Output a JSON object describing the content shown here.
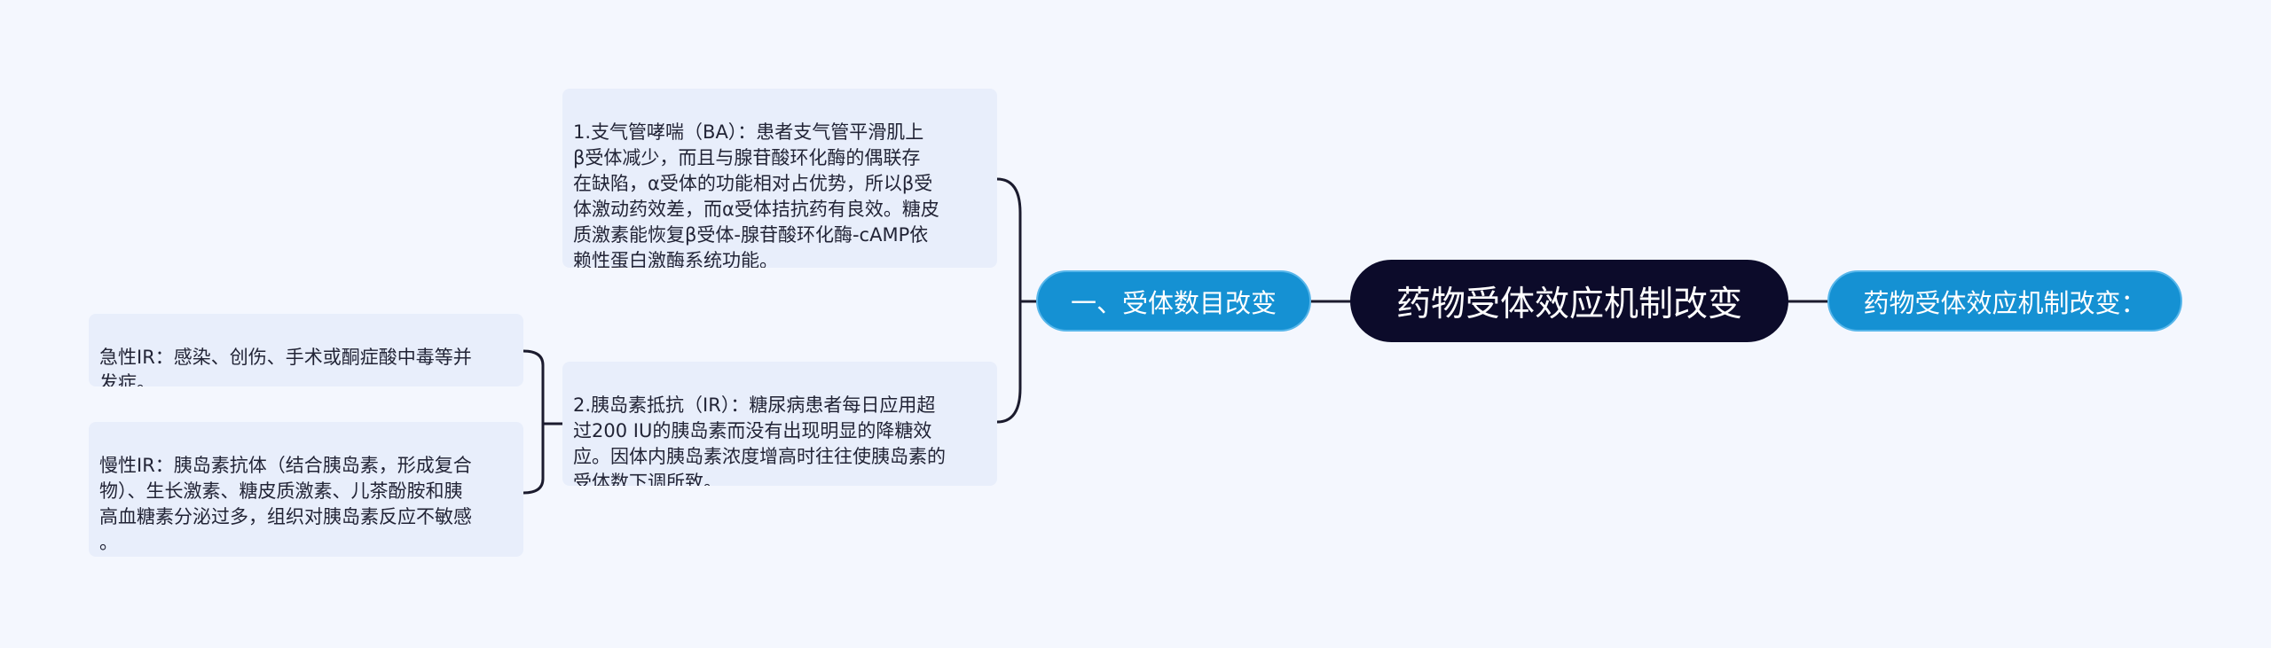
{
  "root": {
    "label": "药物受体效应机制改变"
  },
  "right_branch": {
    "label": "药物受体效应机制改变："
  },
  "left_branch": {
    "label": "一、受体数目改变",
    "children": [
      {
        "text": "1.支气管哮喘（BA）：患者支气管平滑肌上\nβ受体减少，而且与腺苷酸环化酶的偶联存\n在缺陷，α受体的功能相对占优势，所以β受\n体激动药效差，而α受体拮抗药有良效。糖皮\n质激素能恢复β受体-腺苷酸环化酶-cAMP依\n赖性蛋白激酶系统功能。"
      },
      {
        "text": "2.胰岛素抵抗（IR）：糖尿病患者每日应用超\n过200 IU的胰岛素而没有出现明显的降糖效\n应。因体内胰岛素浓度增高时往往使胰岛素的\n受体数下调所致。",
        "children": [
          {
            "text": "急性IR：感染、创伤、手术或酮症酸中毒等并\n发症。"
          },
          {
            "text": "慢性IR：胰岛素抗体（结合胰岛素，形成复合\n物）、生长激素、糖皮质激素、儿茶酚胺和胰\n高血糖素分泌过多，组织对胰岛素反应不敏感\n。"
          }
        ]
      }
    ]
  },
  "colors": {
    "background": "#f4f7fe",
    "root_fill": "#0c0b2a",
    "branch_fill": "#1591d3",
    "branch_border": "#57b6ea",
    "leaf_fill": "#e8eefb",
    "connector": "#1b1b2e"
  }
}
